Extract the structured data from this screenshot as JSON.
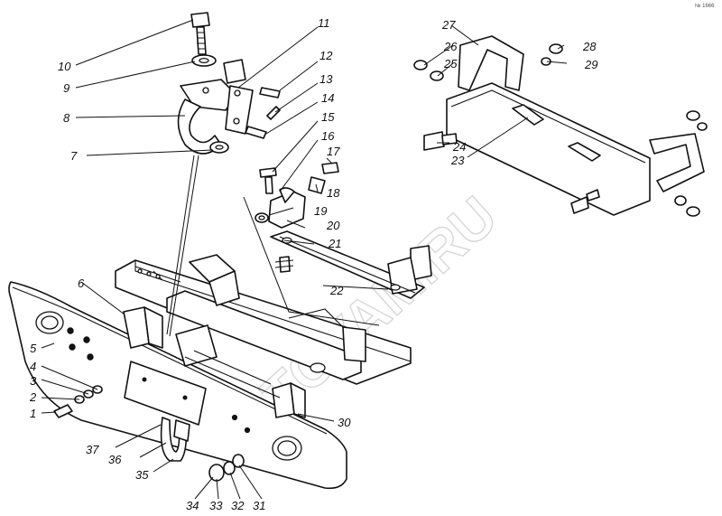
{
  "corner_mark": "№ 1666",
  "watermark": "LOTOYAM.RU",
  "callouts": [
    "1",
    "2",
    "3",
    "4",
    "5",
    "6",
    "7",
    "8",
    "9",
    "10",
    "11",
    "12",
    "13",
    "14",
    "15",
    "16",
    "17",
    "18",
    "19",
    "20",
    "21",
    "22",
    "23",
    "24",
    "25",
    "26",
    "27",
    "28",
    "29",
    "30",
    "31",
    "32",
    "33",
    "34",
    "35",
    "36",
    "37"
  ]
}
